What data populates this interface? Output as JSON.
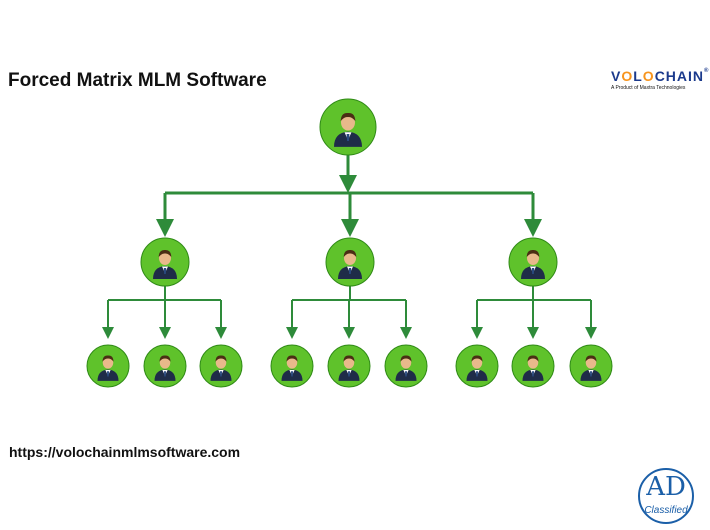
{
  "title": "Forced Matrix MLM Software",
  "url": "https://volochainmlmsoftware.com",
  "brand": {
    "name_prefix": "V",
    "name_o1": "O",
    "name_mid": "L",
    "name_o2": "O",
    "name_suffix": "CHAIN",
    "registered": "®",
    "tagline": "A Product of Maxtra Technologies"
  },
  "badge": {
    "text": "AD",
    "subtext": "Classified"
  },
  "diagram": {
    "type": "forced-matrix-tree",
    "levels": [
      1,
      3,
      9
    ],
    "node_icon": "user-avatar-icon",
    "colors": {
      "node": "#5fc22b",
      "node_edge": "#2f8a16",
      "connector": "#2e8b3a",
      "suit": "#1f2c48",
      "skin": "#e8b98b",
      "hair": "#4a2e14"
    }
  }
}
